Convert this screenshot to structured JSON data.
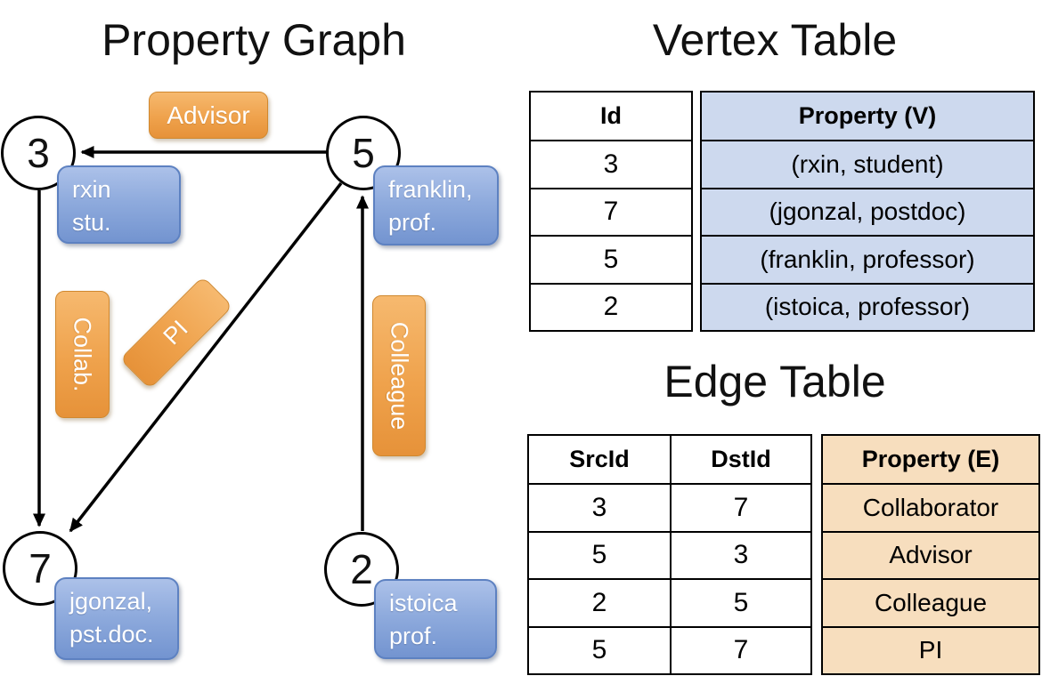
{
  "graph": {
    "title": "Property Graph",
    "nodes": [
      {
        "id": "3",
        "line1": "rxin",
        "line2": "stu."
      },
      {
        "id": "5",
        "line1": "franklin,",
        "line2": "prof."
      },
      {
        "id": "7",
        "line1": "jgonzal,",
        "line2": "pst.doc."
      },
      {
        "id": "2",
        "line1": "istoica",
        "line2": "prof."
      }
    ],
    "edge_labels": {
      "advisor": "Advisor",
      "collab": "Collab.",
      "pi": "PI",
      "colleague": "Colleague"
    }
  },
  "vertex_table": {
    "title": "Vertex Table",
    "headers": {
      "id": "Id",
      "property": "Property (V)"
    },
    "rows": [
      {
        "id": "3",
        "property": "(rxin, student)"
      },
      {
        "id": "7",
        "property": "(jgonzal, postdoc)"
      },
      {
        "id": "5",
        "property": "(franklin, professor)"
      },
      {
        "id": "2",
        "property": "(istoica, professor)"
      }
    ]
  },
  "edge_table": {
    "title": "Edge Table",
    "headers": {
      "src": "SrcId",
      "dst": "DstId",
      "property": "Property (E)"
    },
    "rows": [
      {
        "src": "3",
        "dst": "7",
        "property": "Collaborator"
      },
      {
        "src": "5",
        "dst": "3",
        "property": "Advisor"
      },
      {
        "src": "2",
        "dst": "5",
        "property": "Colleague"
      },
      {
        "src": "5",
        "dst": "7",
        "property": "PI"
      }
    ]
  },
  "colors": {
    "edge_label_fill": "#efa24c",
    "vertex_label_fill": "#8fabdd",
    "vertex_property_bg": "#cdd9ee",
    "edge_property_bg": "#f7debe",
    "line_color": "#000000"
  }
}
